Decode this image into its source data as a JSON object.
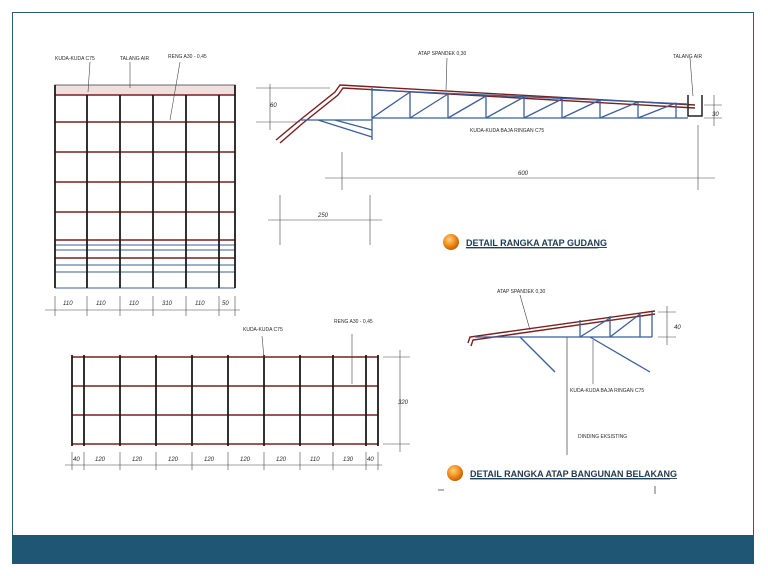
{
  "plan_top": {
    "label_truss": "KUDA-KUDA C75",
    "label_gutter": "TALANG AIR",
    "label_batten": "RENG A30 - 0,45",
    "dimensions": [
      "110",
      "110",
      "110",
      "310",
      "110",
      "50"
    ]
  },
  "section_top": {
    "label_roof": "ATAP SPANDEK 0,30",
    "label_gutter": "TALANG AIR",
    "label_truss": "KUDA-KUDA BAJA RINGAN C75",
    "dim_height_left": "60",
    "dim_height_right": "30",
    "dim_span": "600",
    "dim_overhang": "250"
  },
  "title_top": "DETAIL RANGKA ATAP GUDANG",
  "plan_bottom": {
    "label_truss": "KUDA-KUDA C75",
    "label_batten": "RENG A30 - 0,45",
    "dim_height": "320",
    "dimensions": [
      "40",
      "120",
      "120",
      "120",
      "120",
      "120",
      "120",
      "110",
      "130",
      "40"
    ]
  },
  "section_bottom": {
    "label_roof": "ATAP SPANDEK 0,30",
    "label_truss": "KUDA-KUDA BAJA RINGAN C75",
    "label_wall": "DINDING EKSISTING",
    "dim_height": "40"
  },
  "title_bottom": "DETAIL RANGKA ATAP BANGUNAN BELAKANG",
  "colors": {
    "frame": "#2f5c75",
    "footer": "#1f5674",
    "batten_red": "#7a1f1f",
    "truss_blue": "#3a5f9a",
    "bullet_orange": "#f0891a"
  }
}
